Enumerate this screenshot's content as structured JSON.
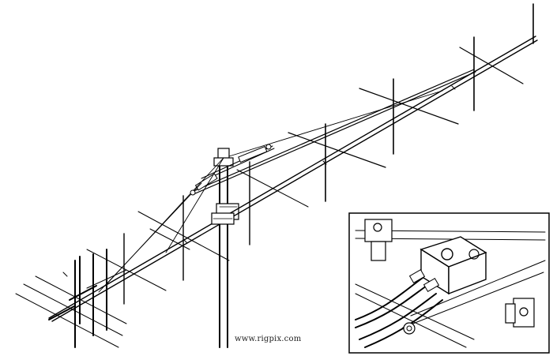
{
  "diagram": {
    "subject": "crossed-yagi-antenna",
    "inset": "feed-connector-detail",
    "watermark": "www.rigpix.com"
  },
  "colors": {
    "background": "#ffffff",
    "line": "#000000"
  }
}
